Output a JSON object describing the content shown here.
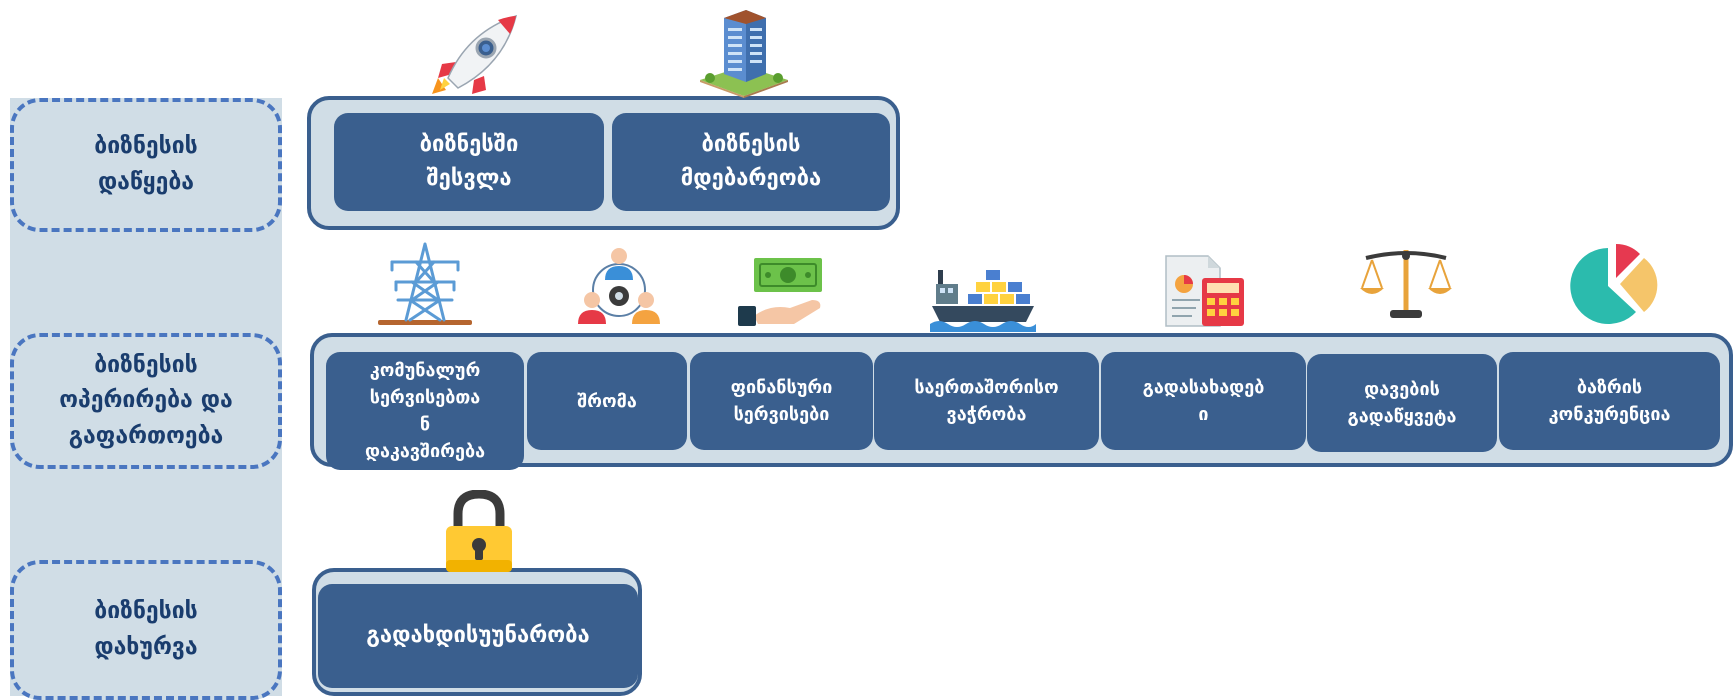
{
  "colors": {
    "stage_border": "#4a76c0",
    "stage_fill": "#d0dde6",
    "stage_text": "#1a3d6e",
    "box_fill": "#3a5f8e",
    "box_text": "#ffffff"
  },
  "stages": [
    {
      "label": "ბიზნესის\nდაწყება"
    },
    {
      "label": "ბიზნესის\nოპერირება და\nგაფართოება"
    },
    {
      "label": "ბიზნესის\nდახურვა"
    }
  ],
  "start_boxes": [
    {
      "label": "ბიზნესში\nშესვლა",
      "icon": "rocket-icon"
    },
    {
      "label": "ბიზნესის\nმდებარეობა",
      "icon": "building-icon"
    }
  ],
  "operate_boxes": [
    {
      "label": "კომუნალურ\nსერვისებთა\nნ\nდაკავშირება",
      "icon": "power-tower-icon"
    },
    {
      "label": "შრომა",
      "icon": "team-icon"
    },
    {
      "label": "ფინანსური\nსერვისები",
      "icon": "money-hand-icon"
    },
    {
      "label": "საერთაშორისო\nვაჭრობა",
      "icon": "cargo-ship-icon"
    },
    {
      "label": "გადასახადებ\nი",
      "icon": "tax-calculator-icon"
    },
    {
      "label": "დავების\nგადაწყვეტა",
      "icon": "scales-icon"
    },
    {
      "label": "ბაზრის\nკონკურენცია",
      "icon": "pie-chart-icon"
    }
  ],
  "close_boxes": [
    {
      "label": "გადახდისუუნარობა",
      "icon": "padlock-icon"
    }
  ]
}
